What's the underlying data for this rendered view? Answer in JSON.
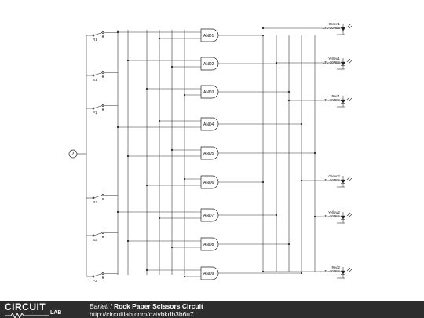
{
  "diagram": {
    "switches": [
      "R1",
      "S1",
      "P1",
      "R2",
      "S2",
      "P2"
    ],
    "gates": [
      "AND1",
      "AND2",
      "AND3",
      "AND4",
      "AND5",
      "AND6",
      "AND7",
      "AND8",
      "AND9"
    ],
    "leds": [
      {
        "name": "Green1",
        "part": "LTL-307EE"
      },
      {
        "name": "Yellow1",
        "part": "LTL-307EE"
      },
      {
        "name": "Red1",
        "part": "LTL-307EE"
      },
      {
        "name": "Green2",
        "part": "LTL-307EE"
      },
      {
        "name": "Yellow2",
        "part": "LTL-307EE"
      },
      {
        "name": "Red2",
        "part": "LTL-307EE"
      }
    ],
    "power_symbol": "f"
  },
  "footer": {
    "logo_top": "CIRCUIT",
    "logo_bottom": "LAB",
    "author": "Barlett",
    "separator": "/",
    "title": "Rock Paper Scissors Circuit",
    "url": "http://circuitlab.com/cztvbkdb3b6u7"
  }
}
